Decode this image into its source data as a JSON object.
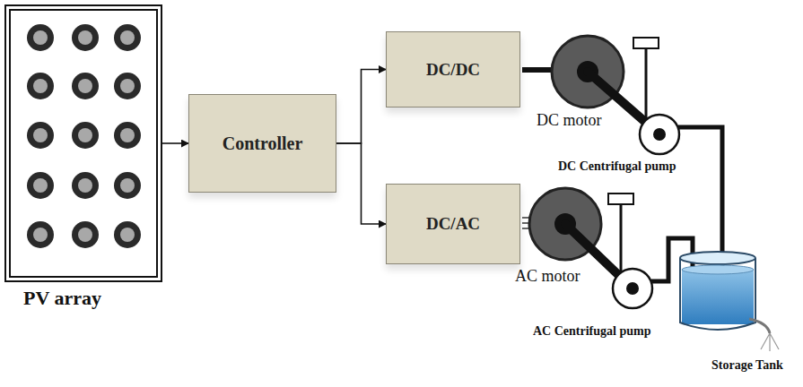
{
  "diagram": {
    "nodes": [
      {
        "text": [
          "PV array"
        ]
      },
      {
        "text": [
          "Controller"
        ]
      },
      {
        "text": [
          "DC/DC"
        ]
      },
      {
        "text": [
          "DC/AC"
        ]
      }
    ],
    "edges": [
      {
        "from": 0,
        "to": 1,
        "arrow": "to"
      },
      {
        "from": 1,
        "to": 2,
        "arrow": "to"
      },
      {
        "from": 1,
        "to": 3,
        "arrow": "to"
      }
    ],
    "labels": [
      "DC motor",
      "DC Centrifugal pump",
      "AC motor",
      "AC Centrifugal pump",
      "Storage Tank"
    ]
  }
}
